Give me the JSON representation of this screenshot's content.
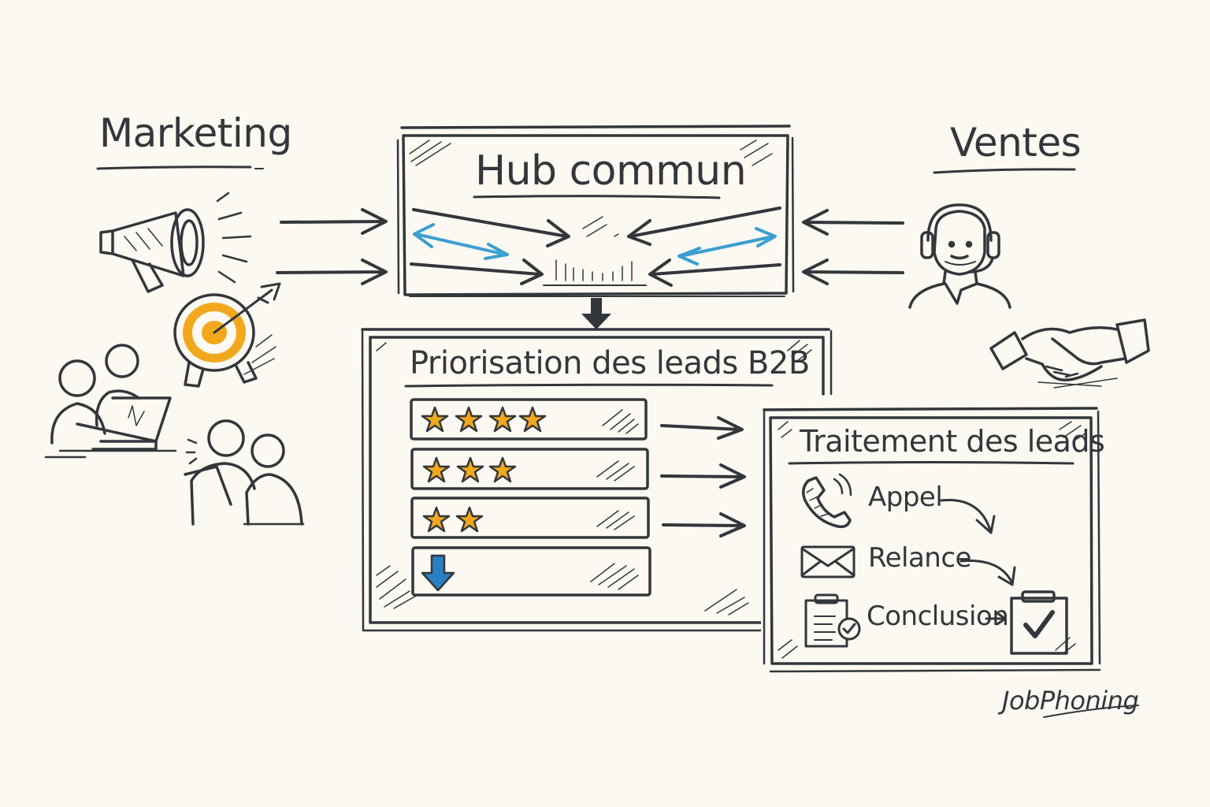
{
  "diagram": {
    "colors": {
      "background": "#fcf8f2",
      "ink": "#33373b",
      "accent_orange": "#f2a81d",
      "accent_blue": "#3b9fcf",
      "arrow_blue": "#2a7fc1"
    },
    "marketing": {
      "title": "Marketing",
      "icons": [
        "megaphone-icon",
        "target-icon",
        "team-laptop-icon",
        "team-discussion-icon"
      ]
    },
    "sales": {
      "title": "Ventes",
      "icons": [
        "headset-agent-icon",
        "handshake-icon"
      ]
    },
    "hub": {
      "title": "Hub commun"
    },
    "prioritization": {
      "title": "Priorisation des leads B2B",
      "rows": [
        {
          "stars": 4,
          "icon": "star-icon"
        },
        {
          "stars": 3,
          "icon": "star-icon"
        },
        {
          "stars": 2,
          "icon": "star-icon"
        },
        {
          "stars": 0,
          "icon": "down-arrow-icon"
        }
      ]
    },
    "processing": {
      "title": "Traitement des leads",
      "steps": [
        {
          "label": "Appel",
          "icon": "phone-icon"
        },
        {
          "label": "Relance",
          "icon": "envelope-icon"
        },
        {
          "label": "Conclusion",
          "icon": "clipboard-check-icon"
        }
      ],
      "final_icon": "clipboard-checkmark-icon"
    },
    "brand": "JobPhoning"
  }
}
